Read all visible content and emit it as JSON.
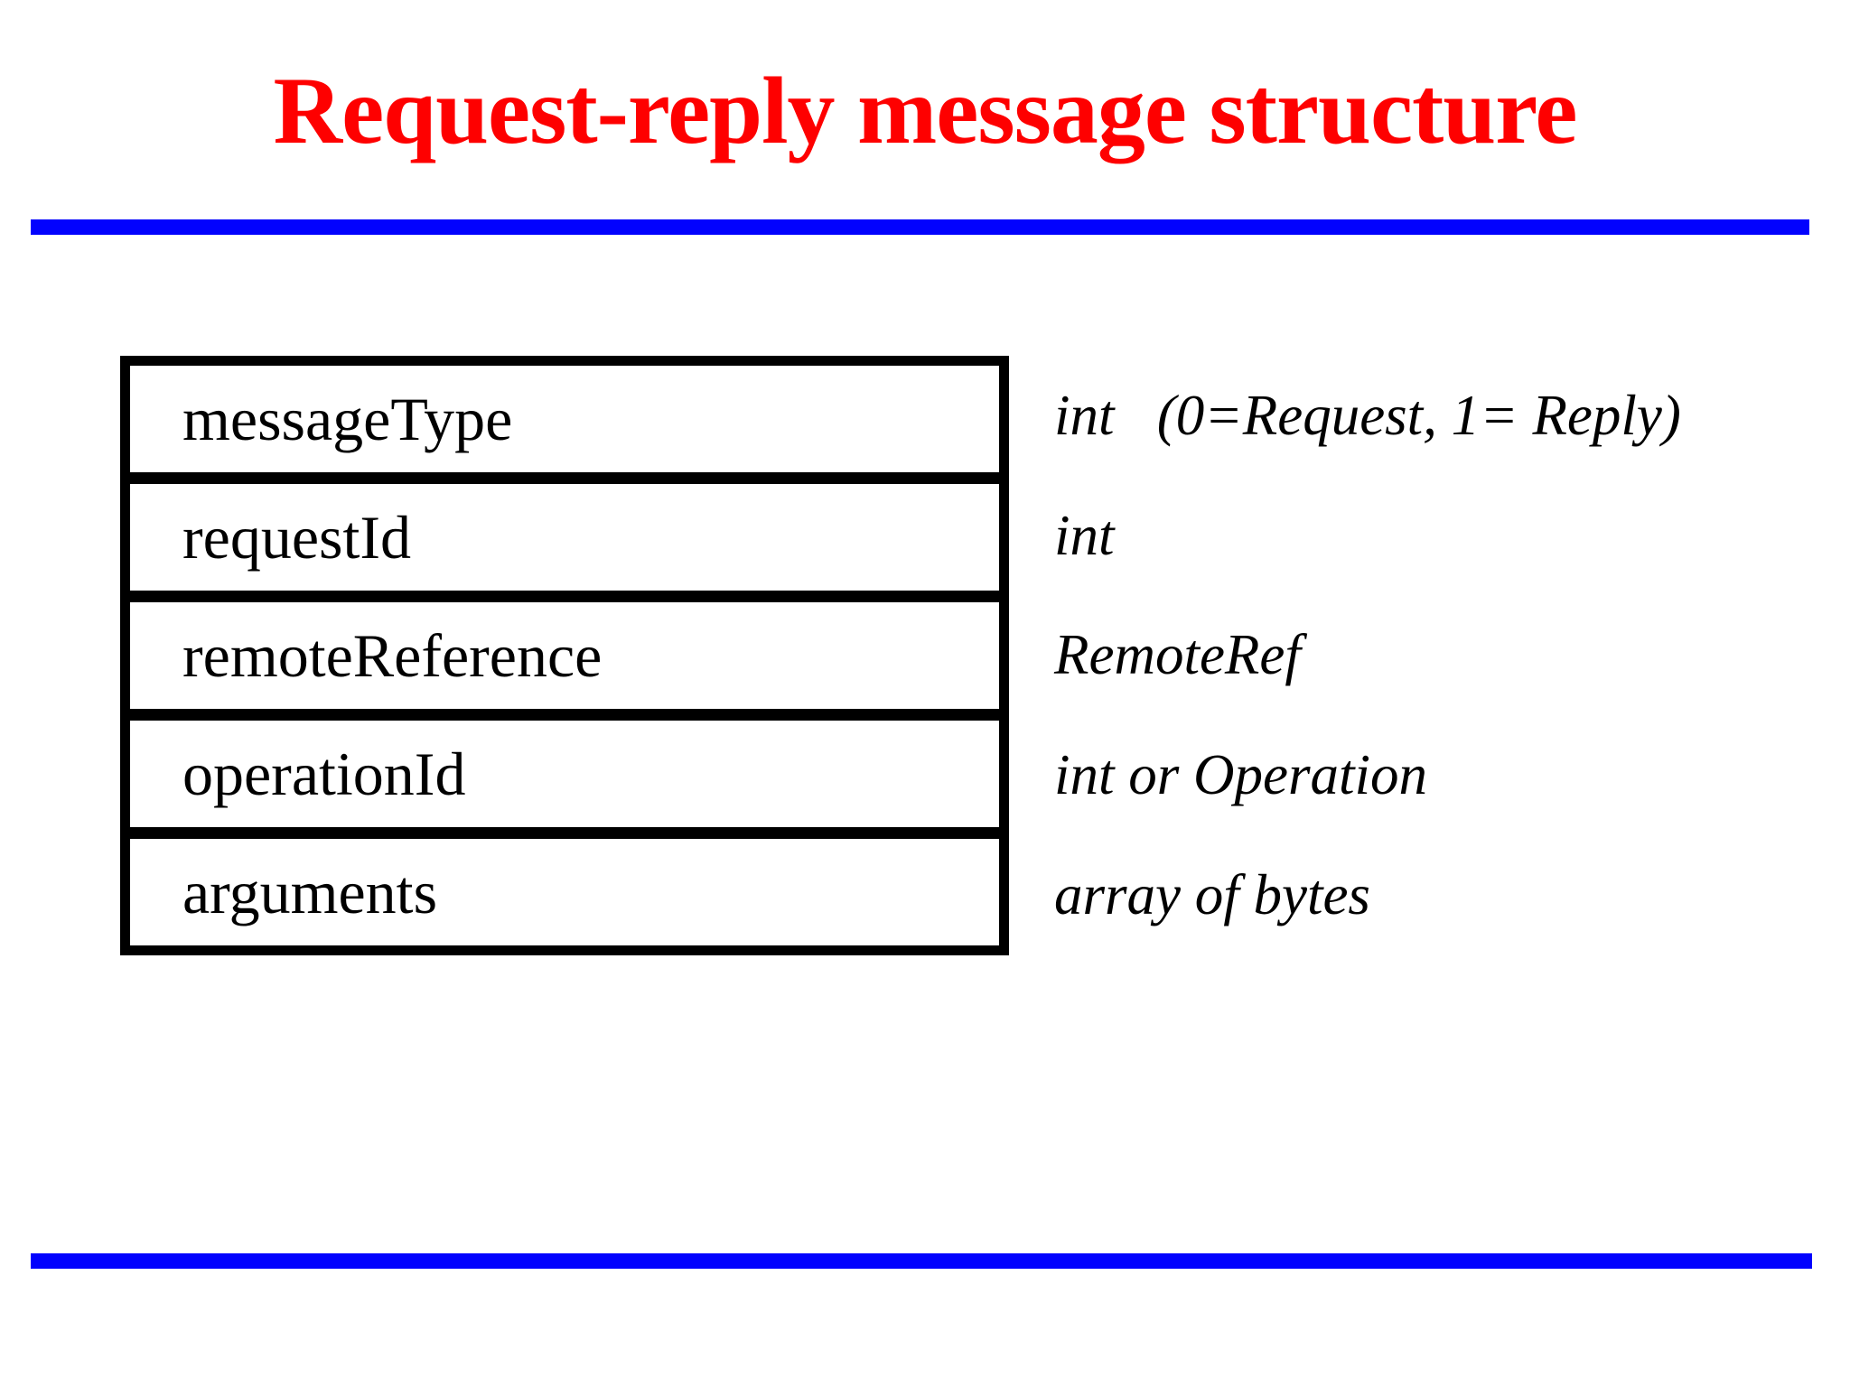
{
  "slide": {
    "title": "Request-reply message structure",
    "colors": {
      "title_red": "#fe0000",
      "rule_blue": "#0202fe",
      "table_border_black": "#000000",
      "background_white": "#ffffff"
    }
  },
  "diagram": {
    "description": "request-reply message field structure",
    "fields": [
      {
        "name": "messageType",
        "type": "int   (0=Request, 1= Reply)"
      },
      {
        "name": "requestId",
        "type": "int"
      },
      {
        "name": "remoteReference",
        "type": "RemoteRef"
      },
      {
        "name": "operationId",
        "type": "int or Operation"
      },
      {
        "name": "arguments",
        "type": "array of bytes"
      }
    ]
  }
}
